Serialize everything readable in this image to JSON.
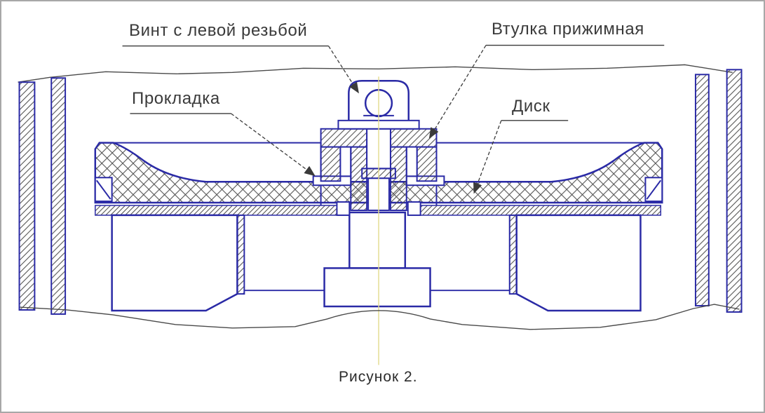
{
  "diagram": {
    "type": "engineering-cross-section-drawing",
    "caption": "Рисунок 2.",
    "callouts": [
      {
        "id": "screw-left-thread",
        "label": "Винт с левой резьбой"
      },
      {
        "id": "clamp-sleeve",
        "label": "Втулка прижимная"
      },
      {
        "id": "gasket",
        "label": "Прокладка"
      },
      {
        "id": "disk",
        "label": "Диск"
      }
    ],
    "colors": {
      "outline": "#2a2aa6",
      "hatch": "#4a4a4a",
      "annotation": "#3a3a3a",
      "centerline": "#e3dc8e",
      "background": "#ffffff",
      "border": "#a8a8a8"
    }
  }
}
